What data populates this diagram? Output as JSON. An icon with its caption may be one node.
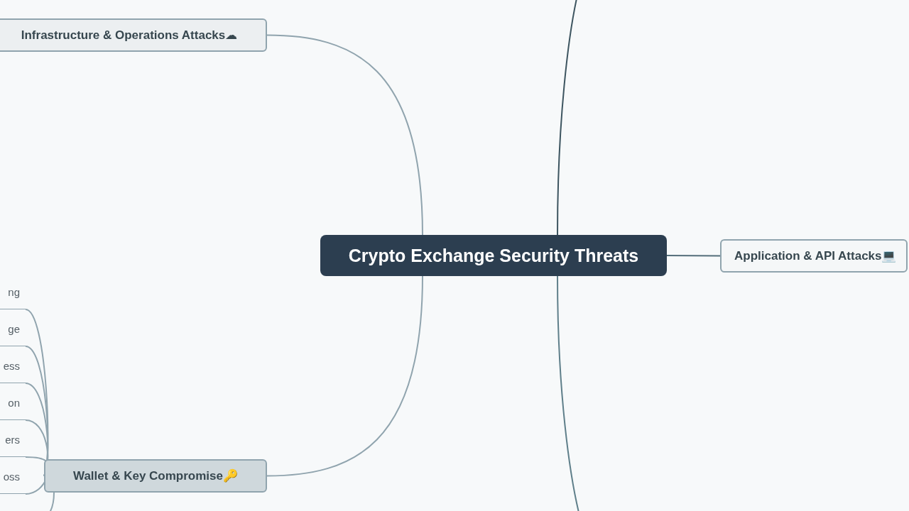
{
  "diagram": {
    "nodes": [
      {
        "text": [
          "Crypto Exchange Security Threats"
        ]
      },
      {
        "text": [
          "Infrastructure & Operations Attacks☁"
        ]
      },
      {
        "text": [
          "Application & API Attacks💻"
        ]
      },
      {
        "text": [
          "Wallet & Key Compromise🔑"
        ]
      },
      {
        "text": [
          "ng"
        ]
      },
      {
        "text": [
          "ge"
        ]
      },
      {
        "text": [
          "ess"
        ]
      },
      {
        "text": [
          "on"
        ]
      },
      {
        "text": [
          "ers"
        ]
      },
      {
        "text": [
          "oss"
        ]
      }
    ],
    "edges": [
      {
        "from": 0,
        "to": 1,
        "arrow": "none"
      },
      {
        "from": 0,
        "to": 3,
        "arrow": "none"
      },
      {
        "from": 0,
        "to": 2,
        "arrow": "none",
        "color": "#546e7a"
      },
      {
        "from": 0,
        "to": null,
        "arrow": "none",
        "color": "#3d5560"
      },
      {
        "from": 0,
        "to": null,
        "arrow": "none",
        "color": "#5f7f8a"
      },
      {
        "from": 3,
        "to": 4,
        "arrow": "none"
      },
      {
        "from": 3,
        "to": 5,
        "arrow": "none"
      },
      {
        "from": 3,
        "to": 6,
        "arrow": "none"
      },
      {
        "from": 3,
        "to": 7,
        "arrow": "none"
      },
      {
        "from": 3,
        "to": 8,
        "arrow": "none"
      },
      {
        "from": 3,
        "to": 9,
        "arrow": "none"
      },
      {
        "from": 3,
        "to": null,
        "arrow": "none"
      }
    ]
  }
}
